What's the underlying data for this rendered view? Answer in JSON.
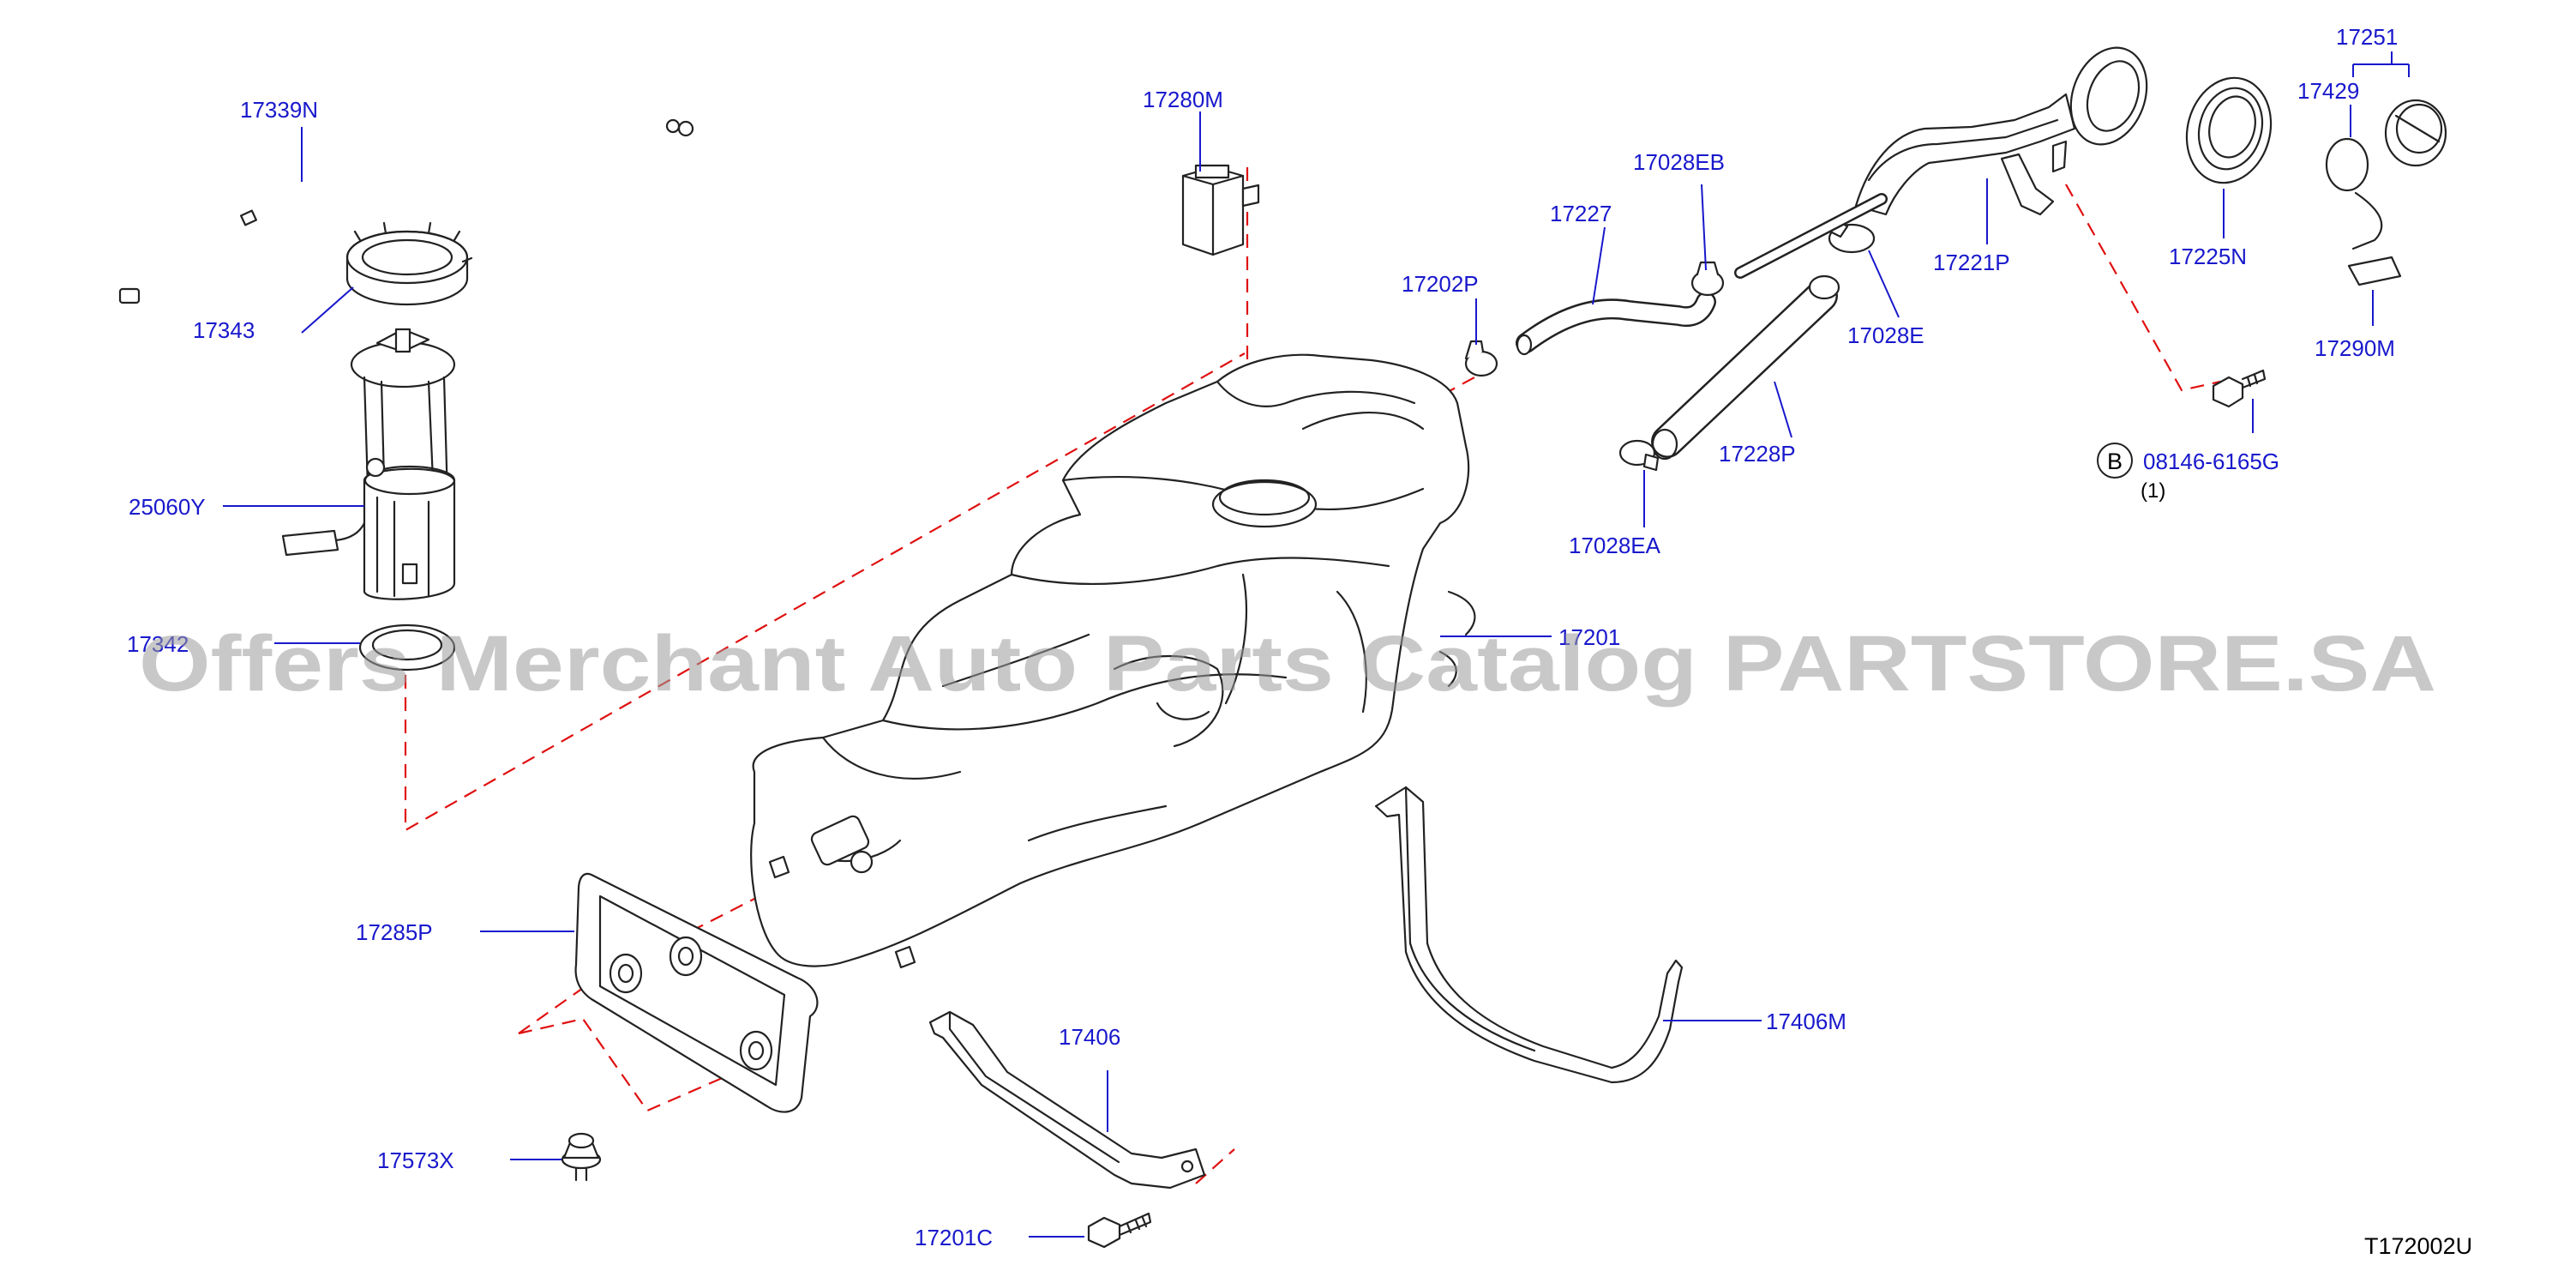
{
  "diagram": {
    "ref_code": "T172002U",
    "watermark": "Offers Merchant Auto Parts Catalog PARTSTORE.SA",
    "bolt_marker": "B",
    "bolt_code": "08146-6165G",
    "bolt_qty": "(1)",
    "ink_color": "#222222",
    "label_color": "#1818cc",
    "dashed_line_color": "#e01010",
    "parts": [
      "17339N",
      "17343",
      "25060Y",
      "17342",
      "17280M",
      "17201",
      "17285P",
      "17573X",
      "17406",
      "17201C",
      "17406M",
      "17202P",
      "17227",
      "17028EB",
      "17028EA",
      "17228P",
      "17028E",
      "17221P",
      "17225N",
      "17251",
      "17429",
      "17290M"
    ]
  }
}
